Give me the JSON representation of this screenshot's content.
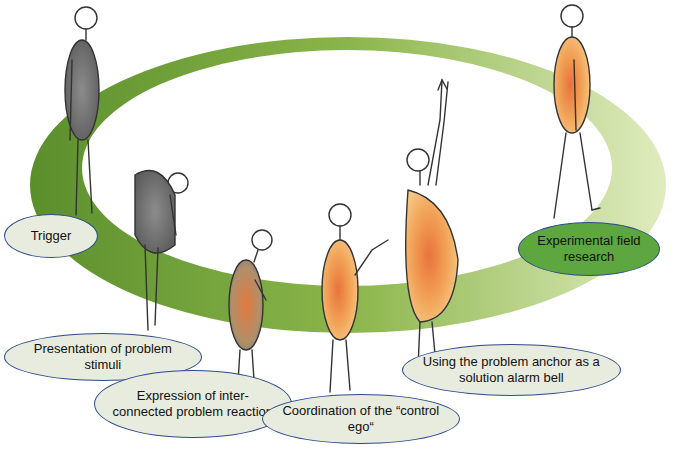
{
  "diagram": {
    "nodes": [
      {
        "text": [
          "Trigger"
        ]
      },
      {
        "text": [
          "Presentation of problem stimuli"
        ]
      },
      {
        "text": [
          "Expression of inter-connected problem reaction"
        ]
      },
      {
        "text": [
          "Coordination of the “control ego“"
        ]
      },
      {
        "text": [
          "Using the problem anchor as a solution alarm bell"
        ]
      },
      {
        "text": [
          "Experimental field research"
        ]
      }
    ]
  }
}
